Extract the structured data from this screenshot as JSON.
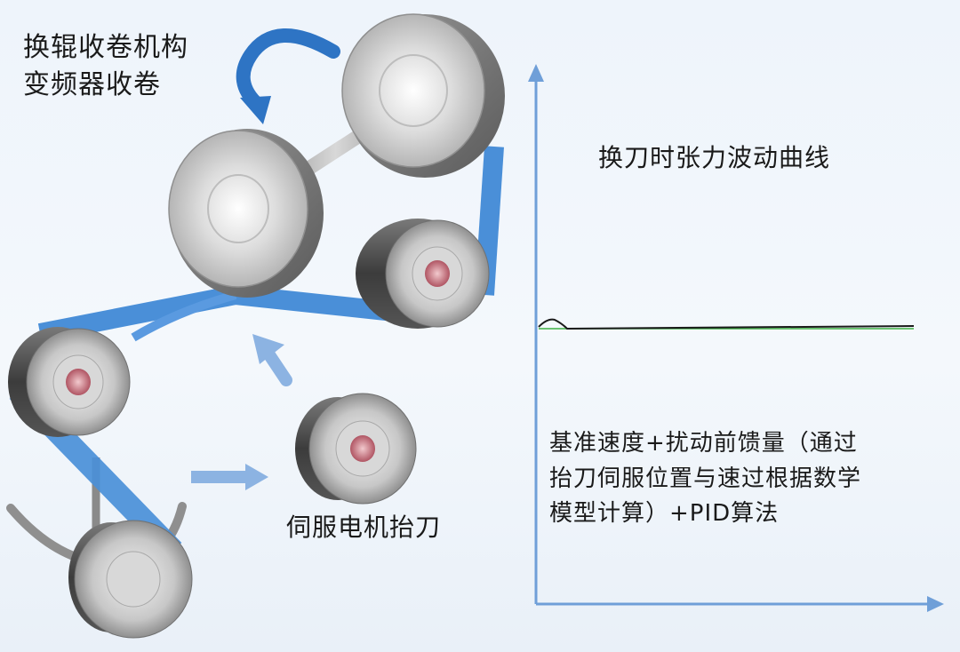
{
  "labels": {
    "mechanism_line1": "换辊收卷机构",
    "mechanism_line2": "变频器收卷",
    "servo_lift": "伺服电机抬刀",
    "curve_title": "换刀时张力波动曲线",
    "control_line1": "基准速度+扰动前馈量（通过",
    "control_line2": "抬刀伺服位置与速过根据数学",
    "control_line3": "模型计算）+PID算法"
  },
  "colors": {
    "belt": "#4a8fd8",
    "arrow_dark": "#2e74c4",
    "arrow_light": "#8cb3e2",
    "axis": "#6f9fd8",
    "curve_line": "#1a1a1a",
    "curve_baseline": "#3cb043",
    "hub_center": "#c46b74"
  },
  "icons": {
    "rotation_arrow": "curved-arrow",
    "lift_arrow_up": "arrow-up",
    "lift_arrow_right": "arrow-right"
  }
}
